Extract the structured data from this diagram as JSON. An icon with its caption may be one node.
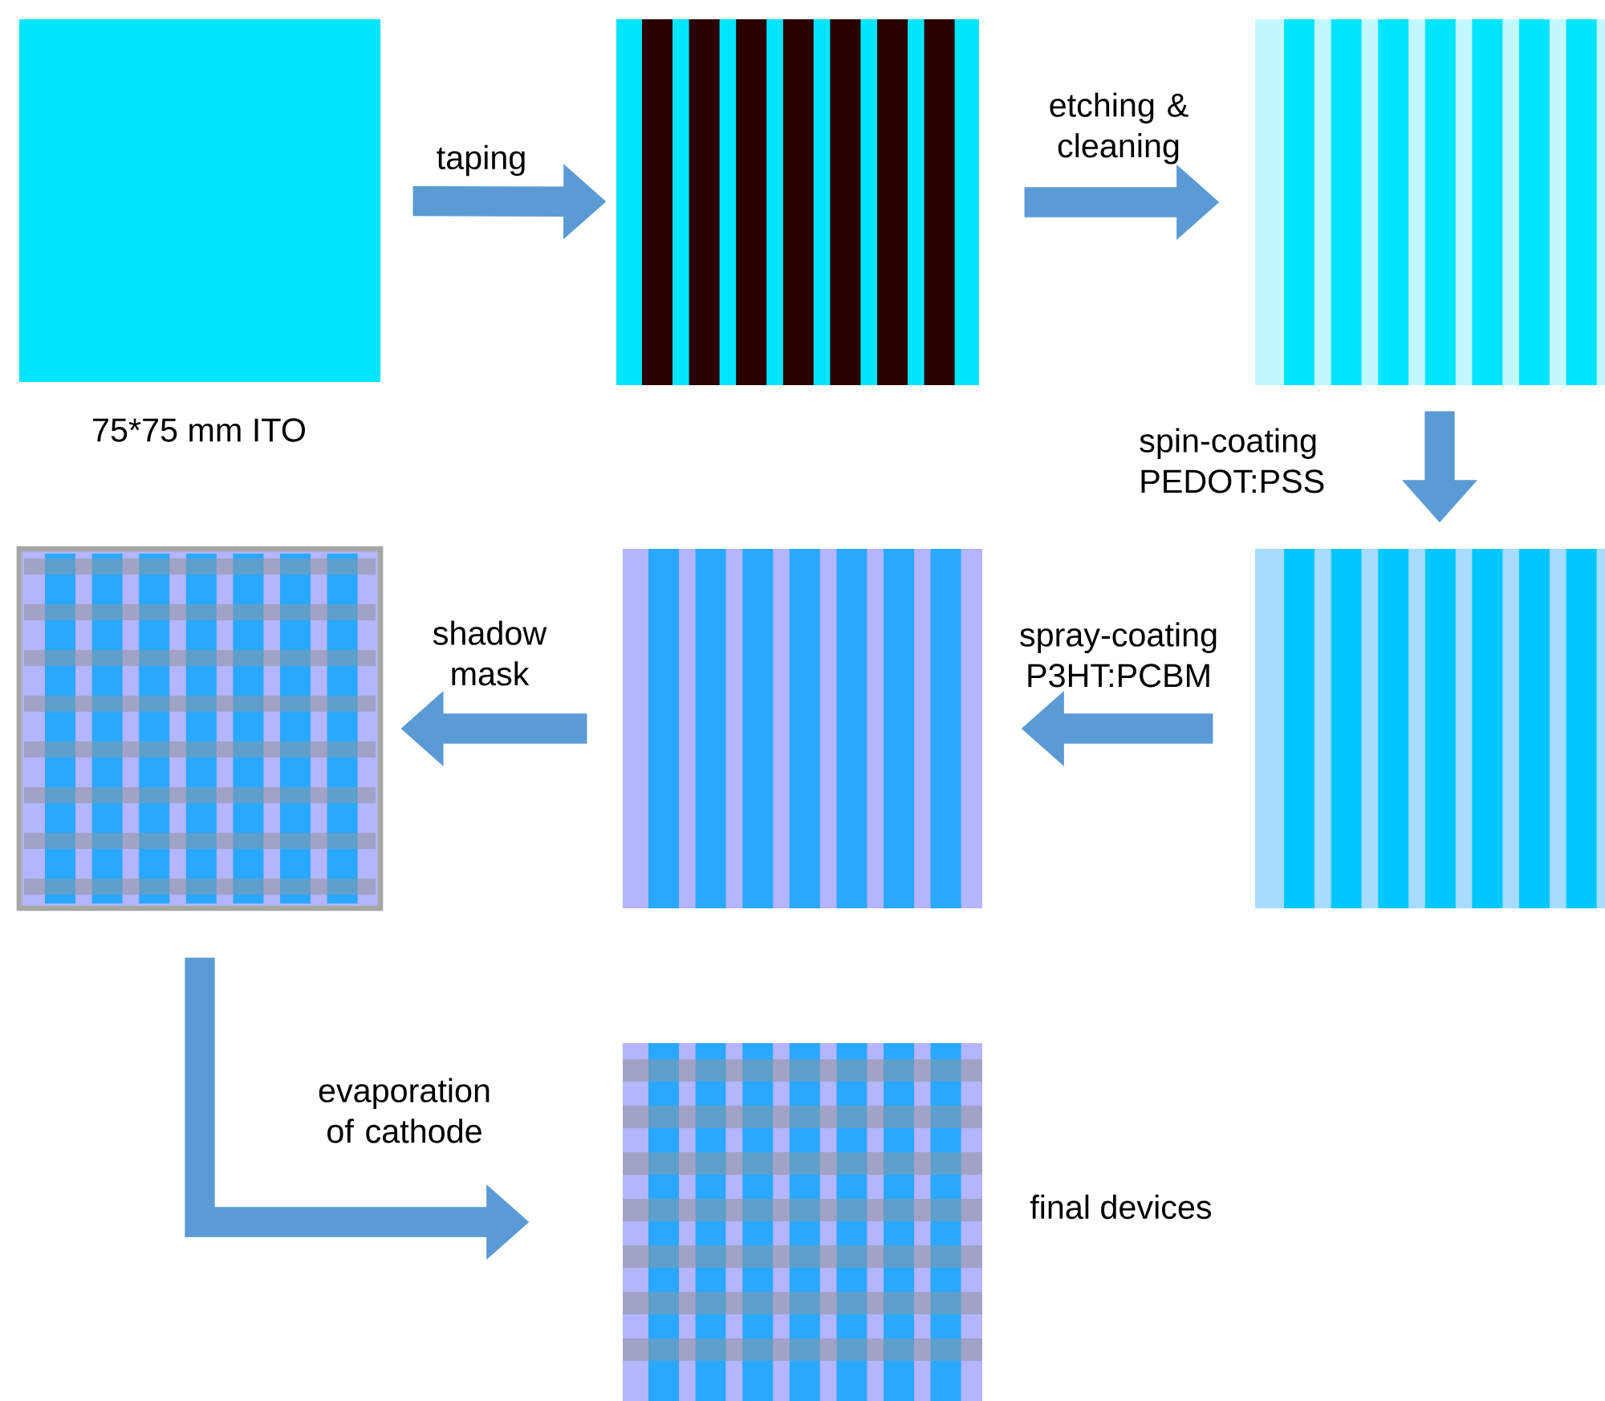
{
  "diagram": {
    "nodes": [
      {
        "text": [],
        "shape": "box",
        "beside": [
          "75*75  mm ITO"
        ]
      },
      {
        "text": [],
        "shape": "picture"
      },
      {
        "text": [],
        "shape": "picture"
      },
      {
        "text": [],
        "shape": "picture"
      },
      {
        "text": [],
        "shape": "picture"
      },
      {
        "text": [],
        "shape": "picture"
      },
      {
        "text": [],
        "shape": "picture",
        "beside": [
          "final devices"
        ]
      }
    ],
    "edges": [
      {
        "from": 0,
        "to": 1,
        "arrow": "to",
        "label": "taping"
      },
      {
        "from": 1,
        "to": 2,
        "arrow": "to",
        "label": "etching & cleaning"
      },
      {
        "from": 2,
        "to": 3,
        "arrow": "to",
        "label": "spin-coating PEDOT:PSS"
      },
      {
        "from": 3,
        "to": 4,
        "arrow": "to",
        "label": "spray-coating P3HT:PCBM"
      },
      {
        "from": 4,
        "to": 5,
        "arrow": "to",
        "label": "shadow mask"
      },
      {
        "from": 5,
        "to": 6,
        "arrow": "to",
        "label": "evaporation of cathode"
      }
    ]
  }
}
